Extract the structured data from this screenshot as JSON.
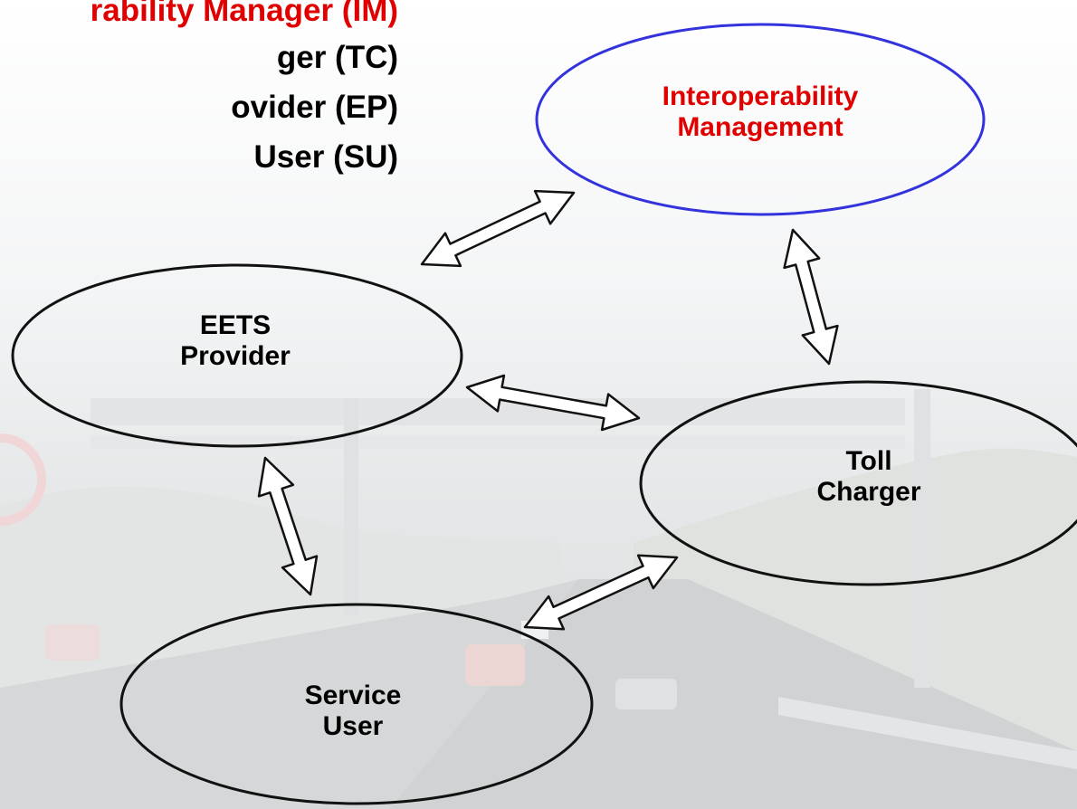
{
  "legend": [
    {
      "text": "rability Manager (IM)",
      "color": "#e00000"
    },
    {
      "text": "ger (TC)",
      "color": "#000000"
    },
    {
      "text": "ovider (EP)",
      "color": "#000000"
    },
    {
      "text": "User (SU)",
      "color": "#000000"
    }
  ],
  "nodes": {
    "im": {
      "line1": "Interoperability",
      "line2": "Management",
      "text_color": "#e00000",
      "border_color": "#3333dd"
    },
    "ep": {
      "line1": "EETS",
      "line2": "Provider",
      "text_color": "#000000",
      "border_color": "#111111"
    },
    "tc": {
      "line1": "Toll",
      "line2": "Charger",
      "text_color": "#000000",
      "border_color": "#111111"
    },
    "su": {
      "line1": "Service",
      "line2": "User",
      "text_color": "#000000",
      "border_color": "#111111"
    }
  },
  "connections": [
    {
      "from": "ep",
      "to": "im"
    },
    {
      "from": "im",
      "to": "tc"
    },
    {
      "from": "ep",
      "to": "tc"
    },
    {
      "from": "ep",
      "to": "su"
    },
    {
      "from": "su",
      "to": "tc"
    }
  ]
}
